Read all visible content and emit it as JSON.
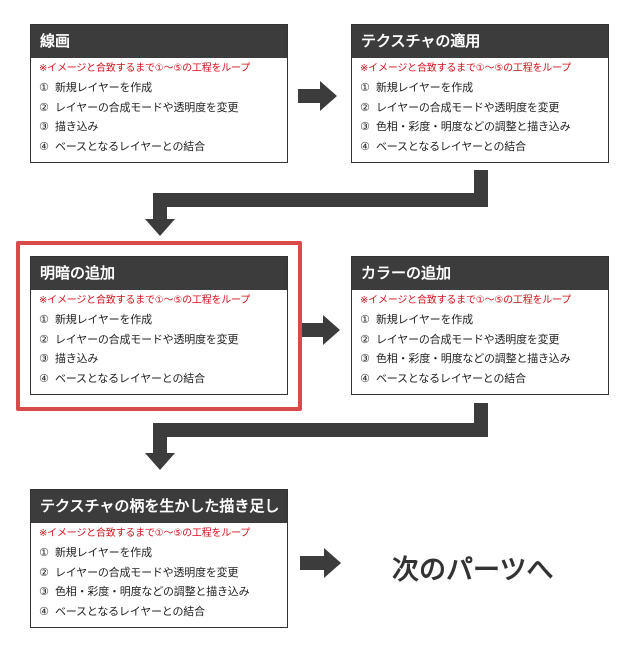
{
  "boxes": [
    {
      "title": "線画",
      "note": "※イメージと合致するまで①～⑤の工程をループ",
      "steps": [
        {
          "num": "①",
          "text": "新規レイヤーを作成"
        },
        {
          "num": "②",
          "text": "レイヤーの合成モードや透明度を変更"
        },
        {
          "num": "③",
          "text": "描き込み"
        },
        {
          "num": "④",
          "text": "ベースとなるレイヤーとの結合"
        }
      ]
    },
    {
      "title": "テクスチャの適用",
      "note": "※イメージと合致するまで①～⑤の工程をループ",
      "steps": [
        {
          "num": "①",
          "text": "新規レイヤーを作成"
        },
        {
          "num": "②",
          "text": "レイヤーの合成モードや透明度を変更"
        },
        {
          "num": "③",
          "text": "色相・彩度・明度などの調整と描き込み"
        },
        {
          "num": "④",
          "text": "ベースとなるレイヤーとの結合"
        }
      ]
    },
    {
      "title": "明暗の追加",
      "note": "※イメージと合致するまで①～⑤の工程をループ",
      "steps": [
        {
          "num": "①",
          "text": "新規レイヤーを作成"
        },
        {
          "num": "②",
          "text": "レイヤーの合成モードや透明度を変更"
        },
        {
          "num": "③",
          "text": "描き込み"
        },
        {
          "num": "④",
          "text": "ベースとなるレイヤーとの結合"
        }
      ]
    },
    {
      "title": "カラーの追加",
      "note": "※イメージと合致するまで①～⑤の工程をループ",
      "steps": [
        {
          "num": "①",
          "text": "新規レイヤーを作成"
        },
        {
          "num": "②",
          "text": "レイヤーの合成モードや透明度を変更"
        },
        {
          "num": "③",
          "text": "色相・彩度・明度などの調整と描き込み"
        },
        {
          "num": "④",
          "text": "ベースとなるレイヤーとの結合"
        }
      ]
    },
    {
      "title": "テクスチャの柄を生かした描き足し",
      "note": "※イメージと合致するまで①～⑤の工程をループ",
      "steps": [
        {
          "num": "①",
          "text": "新規レイヤーを作成"
        },
        {
          "num": "②",
          "text": "レイヤーの合成モードや透明度を変更"
        },
        {
          "num": "③",
          "text": "色相・彩度・明度などの調整と描き込み"
        },
        {
          "num": "④",
          "text": "ベースとなるレイヤーとの結合"
        }
      ]
    }
  ],
  "next_label": "次のパーツへ",
  "colors": {
    "header_bg": "#3c3c3c",
    "note_text": "#d0101b",
    "highlight_border": "#d94a4a",
    "arrow": "#3c3c3c"
  },
  "highlighted_step": "明暗の追加"
}
